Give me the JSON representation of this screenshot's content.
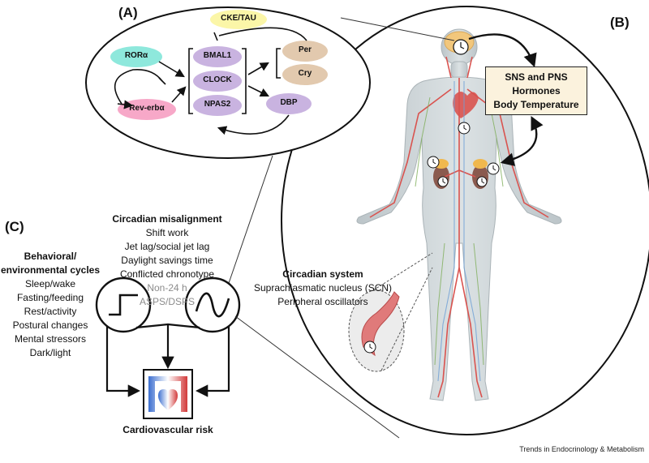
{
  "panels": {
    "a": "(A)",
    "b": "(B)",
    "c": "(C)"
  },
  "clock_gene_nodes": {
    "ror": "RORα",
    "rev_erb": "Rev-erbα",
    "bmal1": "BMAL1",
    "clock": "CLOCK",
    "npas2": "NPAS2",
    "cke_tau": "CKE/TAU",
    "per": "Per",
    "cry": "Cry",
    "dbp": "DBP"
  },
  "outputs_box": [
    "SNS and PNS",
    "Hormones",
    "Body Temperature"
  ],
  "circadian_system": {
    "title": "Circadian system",
    "items": [
      "Suprachiasmatic nucleus (SCN)",
      "Peripheral oscillators"
    ]
  },
  "misalignment": {
    "title": "Circadian misalignment",
    "items": [
      "Shift work",
      "Jet lag/social jet lag",
      "Daylight savings time",
      "Conflicted chronotype"
    ],
    "gray_items": [
      "Non-24 h",
      "ASPS/DSPS"
    ]
  },
  "behavioral": {
    "title_lines": [
      "Behavioral/",
      "environmental cycles"
    ],
    "items": [
      "Sleep/wake",
      "Fasting/feeding",
      "Rest/activity",
      "Postural changes",
      "Mental stressors",
      "Dark/light"
    ]
  },
  "outcome": "Cardiovascular risk",
  "journal": "Trends in Endocrinology & Metabolism",
  "colors": {
    "ror": "#8ee8dc",
    "rev_erb": "#f7a8c8",
    "core": "#c9b3e0",
    "cke": "#fbf6a8",
    "per_cry": "#e2c9ae",
    "dbp": "#c9b3e0",
    "box": "#fbf2dd",
    "artery": "#d9534f",
    "vein": "#6fa0d6",
    "body": "#cfd6d9"
  }
}
